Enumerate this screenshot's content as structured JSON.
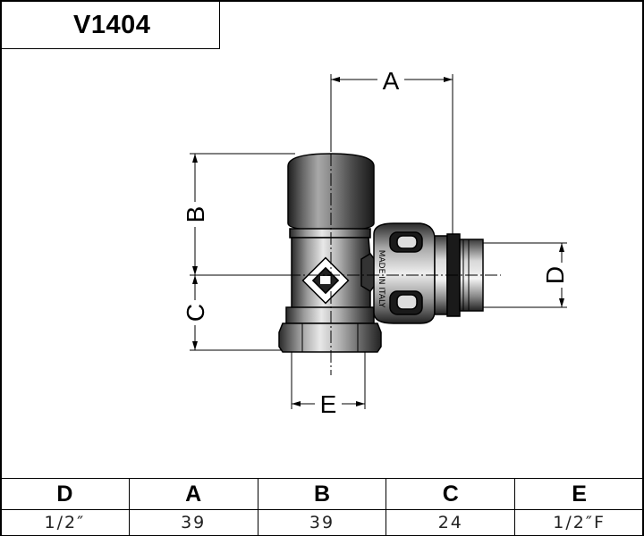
{
  "title": "V1404",
  "dimension_labels": {
    "a": "A",
    "b": "B",
    "c": "C",
    "d": "D",
    "e": "E"
  },
  "marking_text": "MADE IN ITALY",
  "table": {
    "headers": [
      "D",
      "A",
      "B",
      "C",
      "E"
    ],
    "values": [
      "1/2″",
      "39",
      "39",
      "24",
      "1/2″F"
    ]
  }
}
